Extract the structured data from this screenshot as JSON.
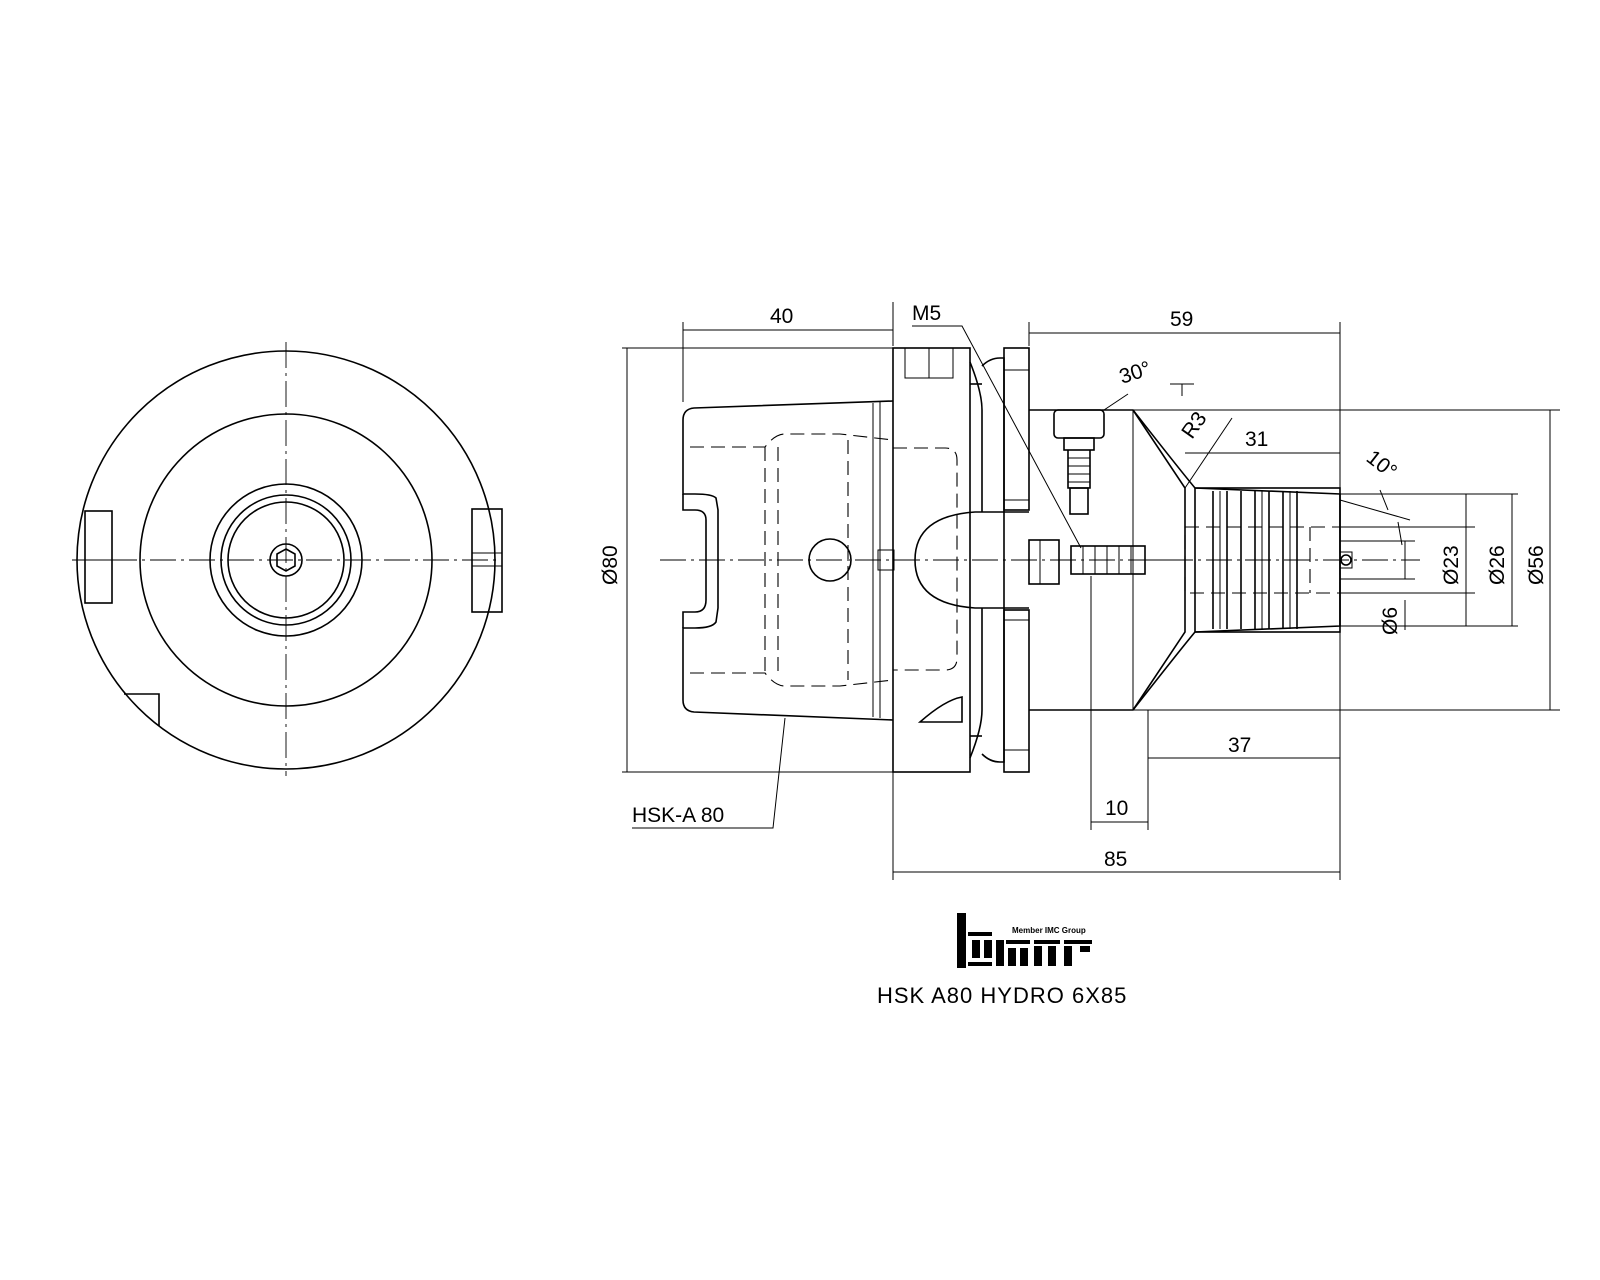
{
  "dimensions": {
    "d40": "40",
    "m5": "M5",
    "d59": "59",
    "ang30": "30°",
    "r3": "R3",
    "d31": "31",
    "ang10": "10°",
    "dia80": "Ø80",
    "dia23": "Ø23",
    "dia26": "Ø26",
    "dia56": "Ø56",
    "dia6": "Ø6",
    "d37": "37",
    "d10": "10",
    "d85": "85"
  },
  "callout": {
    "shank": "HSK-A 80"
  },
  "logo": {
    "brand": "iscar",
    "tagline": "Member IMC Group"
  },
  "caption": {
    "product": "HSK  A80  HYDRO  6X85"
  }
}
